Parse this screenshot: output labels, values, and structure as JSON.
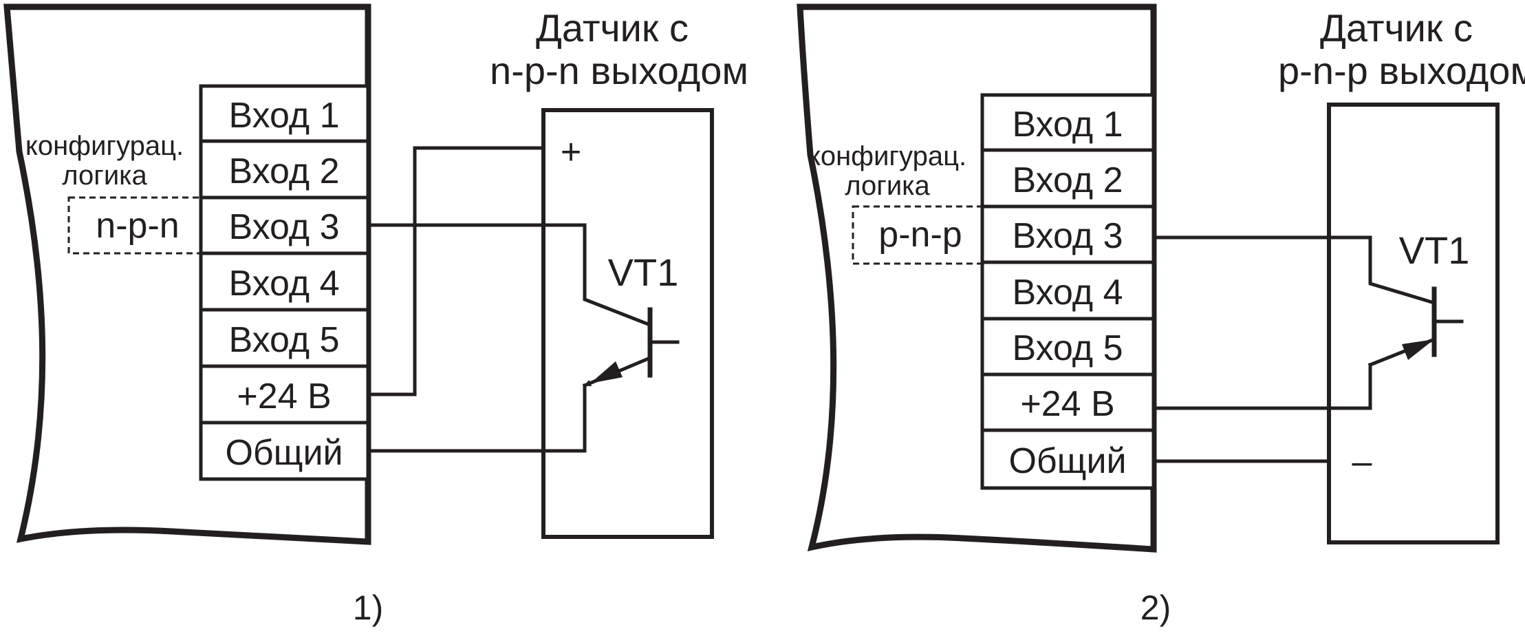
{
  "panels": [
    {
      "sensor_title_line1": "Датчик с",
      "sensor_title_line2": "n-p-n выходом",
      "logic_label_line1": "конфигурац.",
      "logic_label_line2": "логика",
      "logic_mode": "n-p-n",
      "terminals": [
        "Вход 1",
        "Вход 2",
        "Вход 3",
        "Вход 4",
        "Вход 5",
        "+24 В",
        "Общий"
      ],
      "transistor": "VT1",
      "polarity_mark": "+",
      "caption": "1)"
    },
    {
      "sensor_title_line1": "Датчик с",
      "sensor_title_line2": "p-n-p выходом",
      "logic_label_line1": "конфигурац.",
      "logic_label_line2": "логика",
      "logic_mode": "p-n-p",
      "terminals": [
        "Вход 1",
        "Вход 2",
        "Вход 3",
        "Вход 4",
        "Вход 5",
        "+24 В",
        "Общий"
      ],
      "transistor": "VT1",
      "polarity_mark": "–",
      "caption": "2)"
    }
  ]
}
